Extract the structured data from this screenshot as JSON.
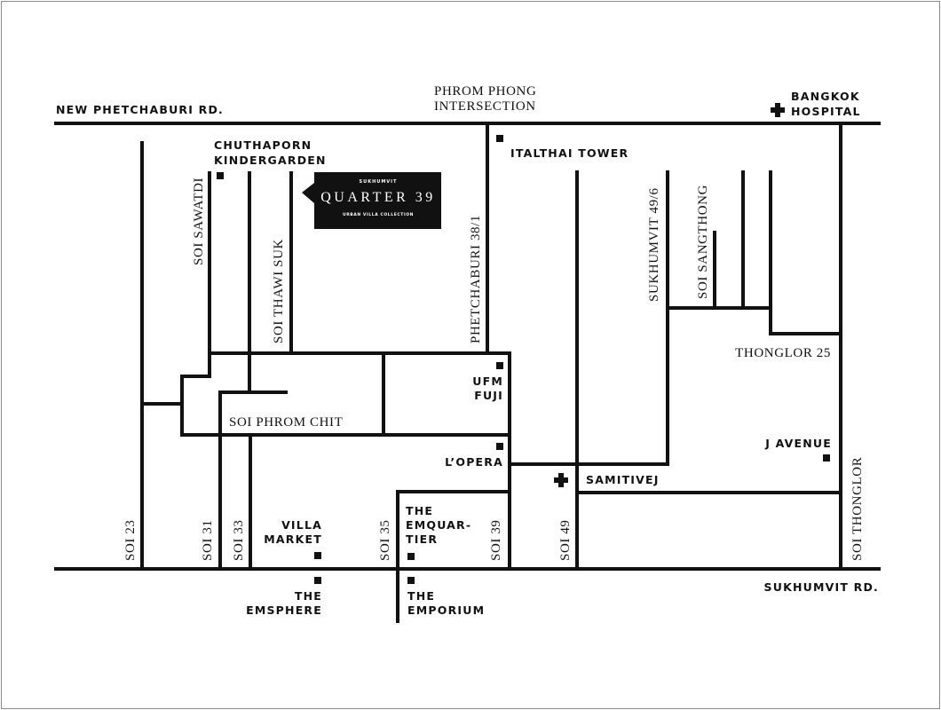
{
  "roads": {
    "new_phetchaburi": "NEW PHETCHABURI RD.",
    "sukhumvit": "SUKHUMVIT RD.",
    "soi_sawatdi": "SOI SAWATDI",
    "soi_thawi_suk": "SOI THAWI SUK",
    "phetchaburi_38_1": "PHETCHABURI 38/1",
    "sukhumvit_49_6": "SUKHUMVIT 49/6",
    "soi_sangthong": "SOI SANGTHONG",
    "thonglor_25": "THONGLOR 25",
    "soi_phrom_chit": "SOI PHROM CHIT",
    "soi_23": "SOI 23",
    "soi_31": "SOI 31",
    "soi_33": "SOI 33",
    "soi_35": "SOI 35",
    "soi_39": "SOI 39",
    "soi_49": "SOI 49",
    "soi_thonglor": "SOI THONGLOR"
  },
  "landmarks": {
    "phrom_phong_1": "PHROM PHONG",
    "phrom_phong_2": "INTERSECTION",
    "bangkok_hospital_1": "BANGKOK",
    "bangkok_hospital_2": "HOSPITAL",
    "chuthaporn_1": "CHUTHAPORN",
    "chuthaporn_2": "KINDERGARDEN",
    "italthai": "ITALTHAI TOWER",
    "ufm_1": "UFM",
    "ufm_2": "FUJI",
    "lopera": "L’OPERA",
    "samitivej": "SAMITIVEJ",
    "j_avenue": "J AVENUE",
    "villa_1": "VILLA",
    "villa_2": "MARKET",
    "emquartier_1": "THE",
    "emquartier_2": "EMQUAR-",
    "emquartier_3": "TIER",
    "emsphere_1": "THE",
    "emsphere_2": "EMSPHERE",
    "emporium_1": "THE",
    "emporium_2": "EMPORIUM"
  },
  "logo": {
    "top": "SUKHUMVIT",
    "name": "QUARTER 39",
    "sub": "URBAN VILLA COLLECTION"
  }
}
